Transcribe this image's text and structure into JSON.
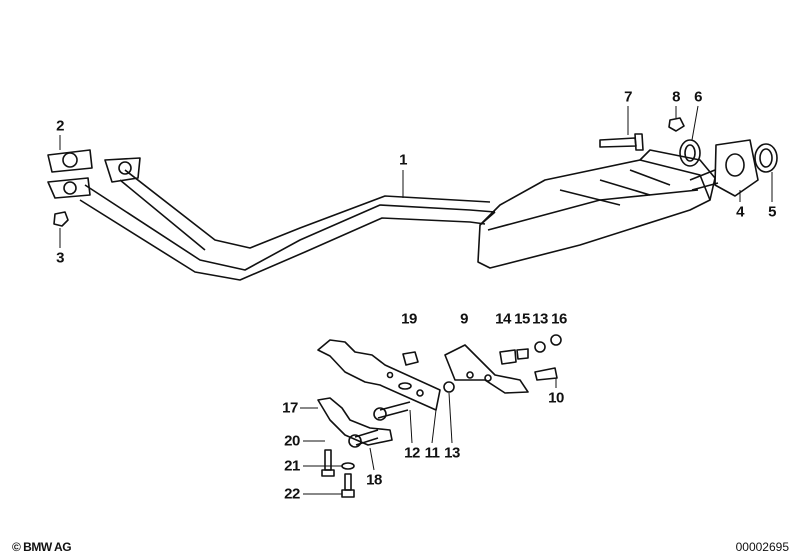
{
  "callouts": {
    "p1": "1",
    "p2": "2",
    "p3": "3",
    "p4": "4",
    "p5": "5",
    "p6": "6",
    "p7": "7",
    "p8": "8",
    "p9": "9",
    "p10": "10",
    "p11": "11",
    "p12": "12",
    "p13a": "13",
    "p13b": "13",
    "p14": "14",
    "p15": "15",
    "p16": "16",
    "p17": "17",
    "p18": "18",
    "p19": "19",
    "p20": "20",
    "p21": "21",
    "p22": "22"
  },
  "footer": {
    "copyright": "© BMW AG",
    "diagram_number": "00002695"
  }
}
